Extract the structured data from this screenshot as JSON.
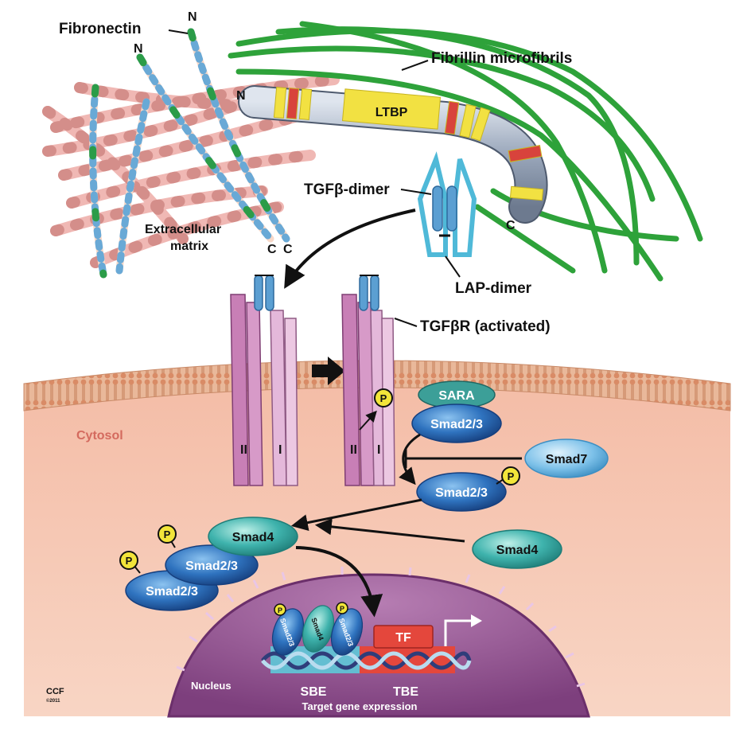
{
  "labels": {
    "fibronectin": "Fibronectin",
    "fibrillin": "Fibrillin microfibrils",
    "n_terminal": "N",
    "c_terminal": "C",
    "ltbp": "LTBP",
    "tgfb_dimer": "TGFβ-dimer",
    "lap_dimer": "LAP-dimer",
    "ecm": "Extracellular",
    "ecm2": "matrix",
    "tgfbr": "TGFβR (activated)",
    "cytosol": "Cytosol",
    "sara": "SARA",
    "smad23": "Smad2/3",
    "smad4": "Smad4",
    "smad7": "Smad7",
    "phospho": "P",
    "tf": "TF",
    "sbe": "SBE",
    "tbe": "TBE",
    "nucleus": "Nucleus",
    "target": "Target gene expression",
    "receptor_ii": "II",
    "receptor_i": "I",
    "logo": "CCF",
    "logo_year": "©2011"
  },
  "colors": {
    "collagen": "#f0b8b4",
    "fibrillin": "#2ea23a",
    "ltbp": "#9aa7bb",
    "ltbp_band": "#f2e142",
    "receptor": "#c87fb6",
    "smad23": "#2f73bf",
    "smad4": "#3fb3ad",
    "smad7": "#73b8e6",
    "sara": "#3c9f98",
    "cytosol": "#f6c8b3",
    "nucleus": "#9a5898",
    "phospho": "#f2e53a"
  }
}
